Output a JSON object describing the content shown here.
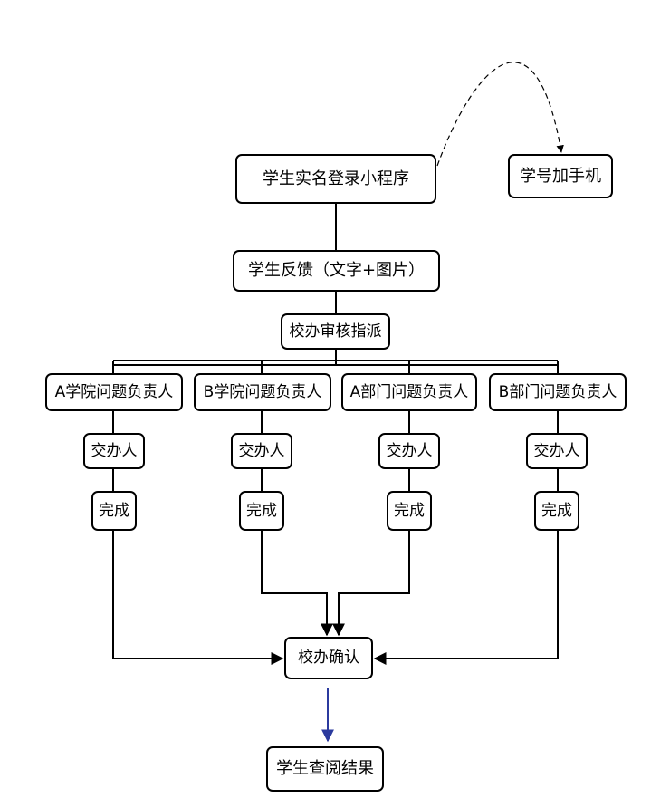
{
  "nodes": {
    "login": "学生实名登录小程序",
    "id_phone": "学号加手机",
    "feedback": "学生反馈（文字+图片）",
    "review": "校办审核指派",
    "a_college": "A学院问题负责人",
    "b_college": "B学院问题负责人",
    "a_dept": "A部门问题负责人",
    "b_dept": "B部门问题负责人",
    "assign_1": "交办人",
    "assign_2": "交办人",
    "assign_3": "交办人",
    "assign_4": "交办人",
    "done_1": "完成",
    "done_2": "完成",
    "done_3": "完成",
    "done_4": "完成",
    "confirm": "校办确认",
    "result": "学生查阅结果"
  },
  "colors": {
    "line": "#000000",
    "result_arrow": "#2b3a9e"
  }
}
